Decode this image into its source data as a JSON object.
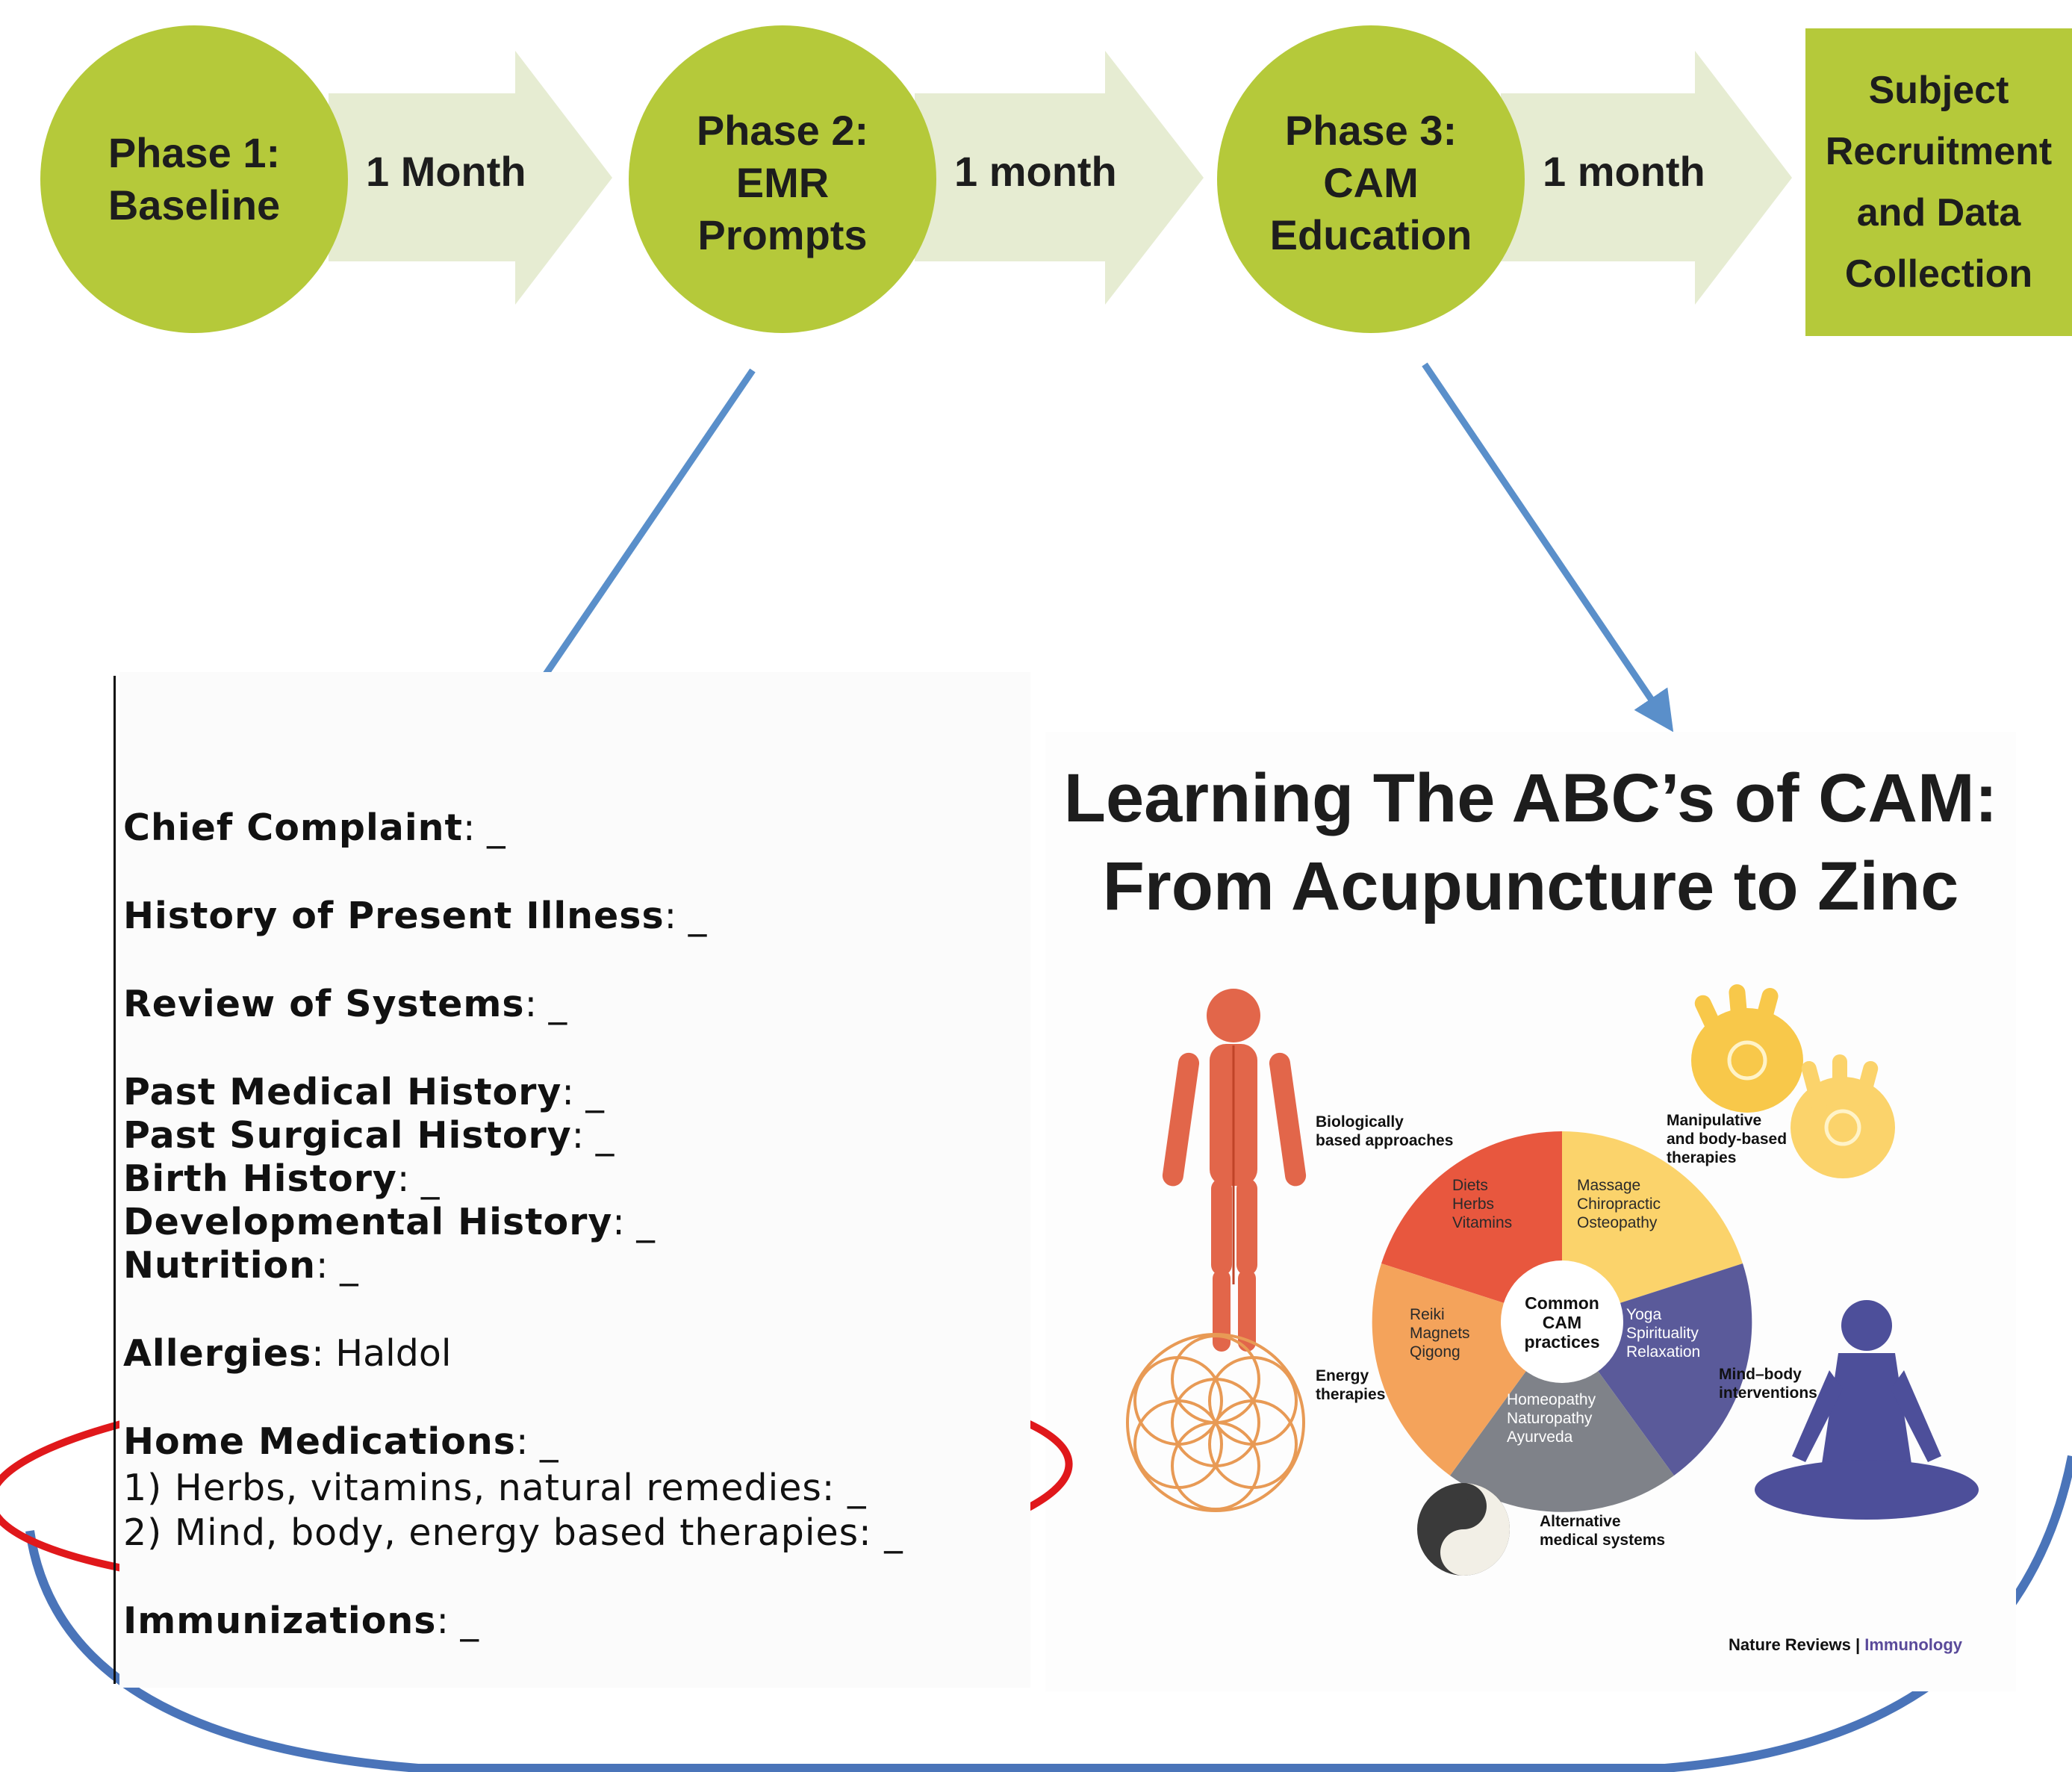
{
  "timeline": {
    "phases": [
      {
        "label": "Phase 1:\nBaseline"
      },
      {
        "label": "Phase 2:\nEMR\nPrompts"
      },
      {
        "label": "Phase 3:\nCAM\nEducation"
      }
    ],
    "durations": [
      "1 Month",
      "1 month",
      "1 month"
    ],
    "final_step": "Subject\nRecruitment\nand Data\nCollection"
  },
  "emr_note": {
    "rows": [
      {
        "label": "Chief Complaint",
        "value": ": _"
      },
      {
        "label": "History of Present Illness",
        "value": ": _"
      },
      {
        "label": "Review of Systems",
        "value": ": _"
      },
      {
        "label": "Past Medical History",
        "value": ": _"
      },
      {
        "label": "Past Surgical History",
        "value": ": _"
      },
      {
        "label": "Birth History",
        "value": ": _"
      },
      {
        "label": "Developmental History",
        "value": ": _"
      },
      {
        "label": "Nutrition",
        "value": ": _"
      },
      {
        "label": "Allergies",
        "value": ": Haldol"
      },
      {
        "label": "Home Medications",
        "value": ": _"
      },
      {
        "label": "",
        "value": "1) Herbs, vitamins, natural remedies: _"
      },
      {
        "label": "",
        "value": "2) Mind, body, energy based therapies: _"
      },
      {
        "label": "Immunizations",
        "value": ": _"
      }
    ]
  },
  "cam_education": {
    "title_line1": "Learning The ABC’s of CAM:",
    "title_line2": "From Acupuncture to Zinc",
    "wheel_center": "Common\nCAM\npractices",
    "segments": [
      {
        "text": "Diets\nHerbs\nVitamins",
        "color": "#e8573e"
      },
      {
        "text": "Massage\nChiropractic\nOsteopathy",
        "color": "#fbd36b"
      },
      {
        "text": "Yoga\nSpirituality\nRelaxation",
        "color": "#5a5a9a"
      },
      {
        "text": "Homeopathy\nNaturopathy\nAyurveda",
        "color": "#7f8289"
      },
      {
        "text": "Reiki\nMagnets\nQigong",
        "color": "#f4a35b"
      }
    ],
    "categories": [
      {
        "text": "Biologically\nbased approaches"
      },
      {
        "text": "Manipulative\nand body-based\ntherapies"
      },
      {
        "text": "Mind–body\ninterventions"
      },
      {
        "text": "Alternative\nmedical systems"
      },
      {
        "text": "Energy\ntherapies"
      }
    ],
    "credit_publisher": "Nature Reviews |",
    "credit_journal": " Immunology"
  },
  "colors": {
    "phase_green": "#b5c93a",
    "arrow_light": "#e6ecd2",
    "connector_blue": "#5a8fca",
    "frame_blue": "#4a74b9",
    "highlight_red": "#e0181b"
  }
}
